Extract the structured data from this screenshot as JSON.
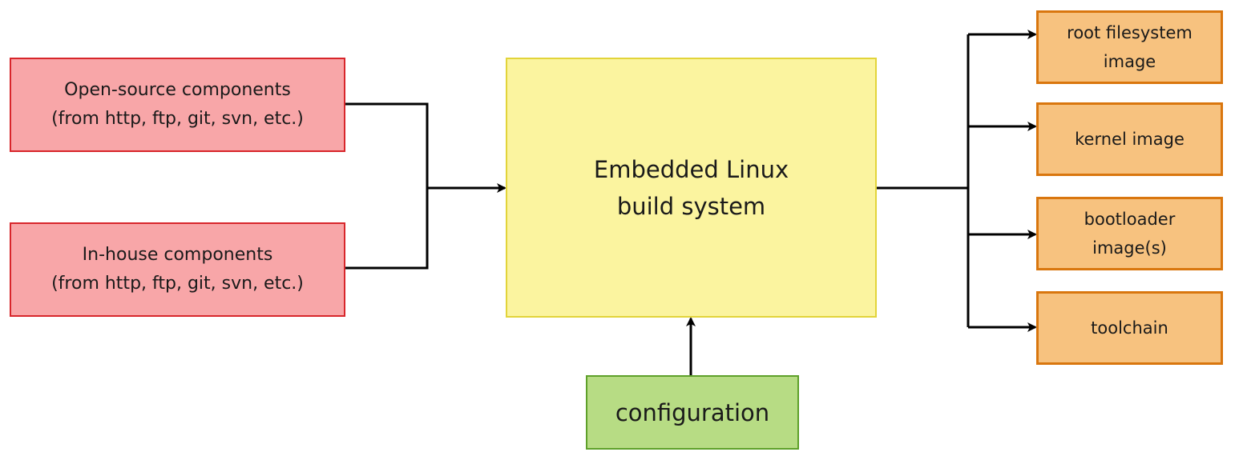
{
  "inputs": {
    "open_source": {
      "line1": "Open-source components",
      "line2": "(from http, ftp, git, svn, etc.)"
    },
    "in_house": {
      "line1": "In-house components",
      "line2": "(from http, ftp, git, svn, etc.)"
    }
  },
  "core": {
    "line1": "Embedded Linux",
    "line2": "build system"
  },
  "config": {
    "label": "configuration"
  },
  "outputs": {
    "rootfs": {
      "line1": "root filesystem",
      "line2": "image"
    },
    "kernel": {
      "line1": "kernel image"
    },
    "bootloader": {
      "line1": "bootloader",
      "line2": "image(s)"
    },
    "toolchain": {
      "line1": "toolchain"
    }
  },
  "colors": {
    "input_fill": "#f8a6a8",
    "input_border": "#d8262b",
    "core_fill": "#fbf49f",
    "core_border": "#e2d43a",
    "output_fill": "#f7c27f",
    "output_border": "#d9760e",
    "config_fill": "#b7dc84",
    "config_border": "#5ea02a",
    "line": "#000000"
  }
}
